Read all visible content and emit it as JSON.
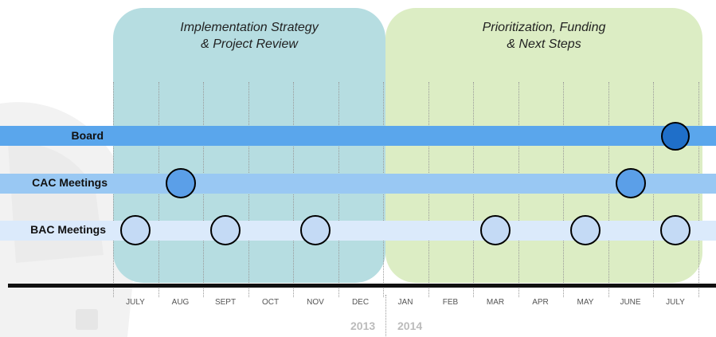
{
  "phases": [
    {
      "title": "Implementation Strategy\n& Project Review",
      "color": "#b6dde1"
    },
    {
      "title": "Prioritization, Funding\n& Next Steps",
      "color": "#dcedc4"
    }
  ],
  "rows": [
    {
      "label": "Board",
      "band_color": "#5aa6ec",
      "marker_color": "#1f6fc9",
      "meetings": [
        "JULY 2014"
      ]
    },
    {
      "label": "CAC Meetings",
      "band_color": "#99c8f3",
      "marker_color": "#5b9fe8",
      "meetings": [
        "AUG 2013",
        "JUNE 2014"
      ]
    },
    {
      "label": "BAC Meetings",
      "band_color": "#dbeafb",
      "marker_color": "#c4daf5",
      "meetings": [
        "JULY 2013",
        "SEPT 2013",
        "NOV 2013",
        "MAR 2014",
        "MAY 2014",
        "JULY 2014"
      ]
    }
  ],
  "months": [
    "JULY",
    "AUG",
    "SEPT",
    "OCT",
    "NOV",
    "DEC",
    "JAN",
    "FEB",
    "MAR",
    "APR",
    "MAY",
    "JUNE",
    "JULY"
  ],
  "years": [
    "2013",
    "2014"
  ]
}
